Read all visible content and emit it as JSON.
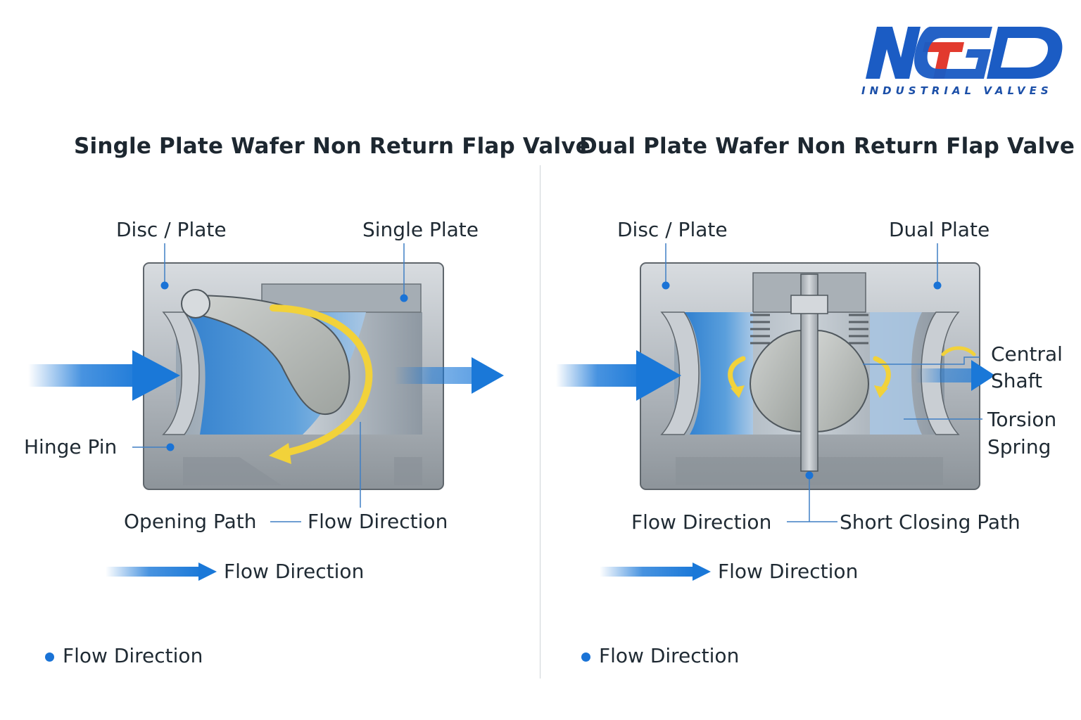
{
  "brand": {
    "logo_text": "NTGD",
    "tagline": "INDUSTRIAL VALVES",
    "colors": {
      "blue": "#1b5cc4",
      "red": "#e23a2e"
    }
  },
  "single": {
    "title": "Single Plate Wafer Non Return Flap Valve",
    "labels": {
      "disc_plate": "Disc / Plate",
      "single_plate": "Single Plate",
      "hinge_pin": "Hinge Pin",
      "opening_path": "Opening Path",
      "flow_direction": "Flow Direction"
    },
    "legend_arrow": "Flow Direction",
    "legend_dot": "Flow Direction"
  },
  "dual": {
    "title": "Dual Plate Wafer Non Return Flap Valve",
    "labels": {
      "disc_plate": "Disc / Plate",
      "dual_plate": "Dual Plate",
      "central_shaft_1": "Central",
      "central_shaft_2": "Shaft",
      "torsion_spring_1": "Torsion",
      "torsion_spring_2": "Spring",
      "flow_direction": "Flow Direction",
      "short_closing_path": "Short Closing Path"
    },
    "legend_arrow": "Flow Direction",
    "legend_dot": "Flow Direction"
  },
  "colors": {
    "flow_blue": "#1a78d8",
    "water": "#3e8fd6",
    "metal": "#b9bfc5",
    "metal_dark": "#6f777e",
    "path_yellow": "#f2d23a",
    "leader": "#3f7fc4"
  }
}
